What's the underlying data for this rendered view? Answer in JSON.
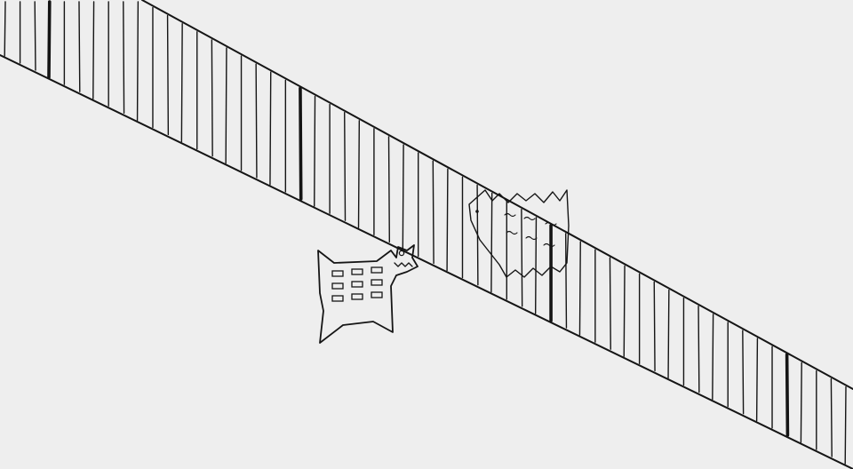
{
  "drawing": {
    "kind": "pen-and-ink sketch",
    "paper_color": "#ececec",
    "ink_color": "#151515",
    "fence": {
      "slat_count": 58,
      "thick_posts": 4
    },
    "creatures": [
      {
        "name": "building-creature",
        "window_count": 9
      },
      {
        "name": "ghost-creature-behind-fence"
      }
    ]
  }
}
